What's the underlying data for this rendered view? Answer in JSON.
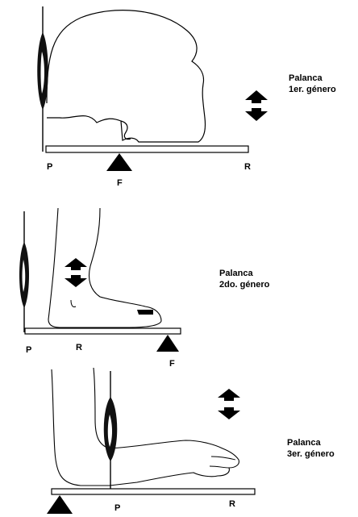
{
  "panels": [
    {
      "caption_line1": "Palanca",
      "caption_line2": "1er. género",
      "point_p": "P",
      "point_f": "F",
      "point_r": "R"
    },
    {
      "caption_line1": "Palanca",
      "caption_line2": "2do. género",
      "point_p": "P",
      "point_r": "R",
      "point_f": "F"
    },
    {
      "caption_line1": "Palanca",
      "caption_line2": "3er. género",
      "point_p": "P",
      "point_r": "R"
    }
  ],
  "colors": {
    "ink": "#000000",
    "background": "#ffffff"
  }
}
